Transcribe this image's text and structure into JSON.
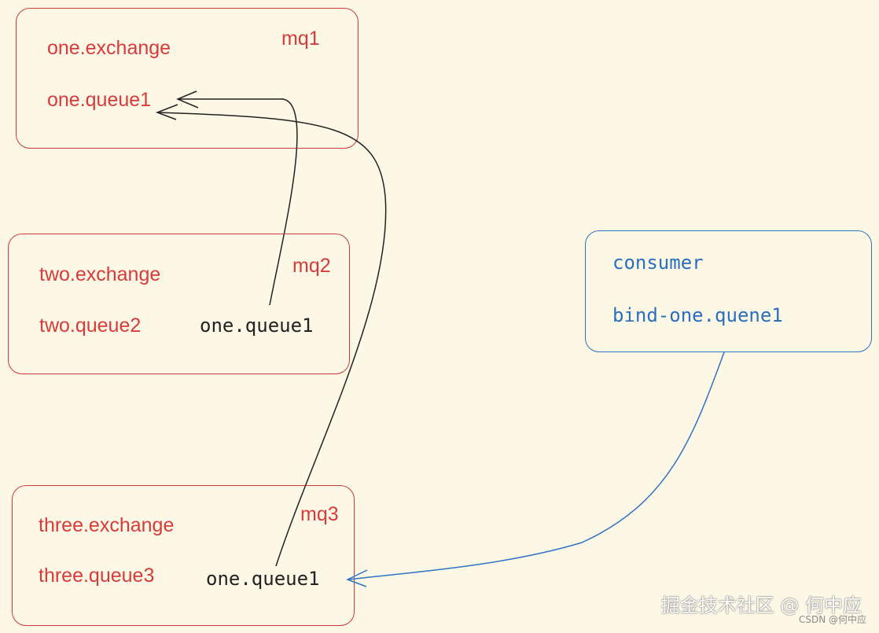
{
  "mq1": {
    "name": "mq1",
    "exchange": "one.exchange",
    "queue": "one.queue1"
  },
  "mq2": {
    "name": "mq2",
    "exchange": "two.exchange",
    "queue": "two.queue2",
    "mirror": "one.queue1"
  },
  "mq3": {
    "name": "mq3",
    "exchange": "three.exchange",
    "queue": "three.queue3",
    "mirror": "one.queue1"
  },
  "consumer": {
    "title": "consumer",
    "binding": "bind-one.quene1"
  },
  "watermark": {
    "main": "掘金技术社区 @ 何中应",
    "sub": "CSDN @何中应"
  },
  "colors": {
    "background": "#fdf8e6",
    "broker": "#d63838",
    "consumer": "#2f72c4",
    "arrow": "#222222"
  }
}
